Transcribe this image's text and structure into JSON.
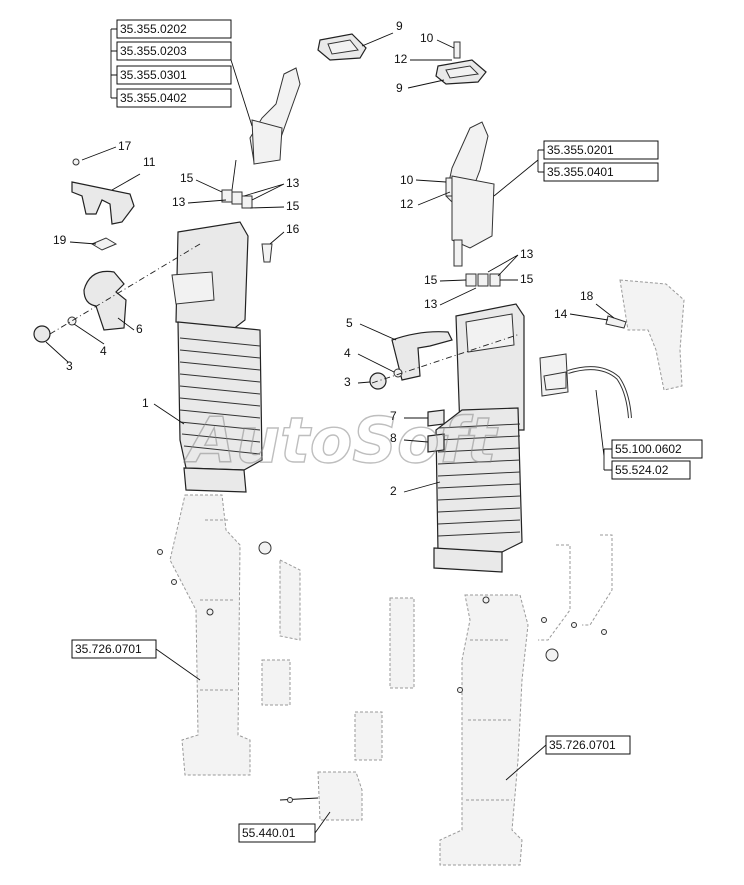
{
  "watermark": "AutoSoft",
  "references": {
    "r1": "35.355.0202",
    "r2": "35.355.0203",
    "r3": "35.355.0301",
    "r4": "35.355.0402",
    "r5": "35.355.0201",
    "r6": "35.355.0401",
    "r7": "55.100.0602",
    "r8": "55.524.02",
    "r9": "35.726.0701",
    "r10": "35.726.0701",
    "r11": "55.440.01"
  },
  "callouts": {
    "c1": "9",
    "c2": "10",
    "c3": "12",
    "c4": "9",
    "c5": "17",
    "c6": "11",
    "c7": "15",
    "c8": "13",
    "c9": "13",
    "c10": "15",
    "c11": "16",
    "c12": "19",
    "c13": "6",
    "c14": "4",
    "c15": "3",
    "c16": "1",
    "c17": "10",
    "c18": "12",
    "c19": "13",
    "c20": "15",
    "c21": "15",
    "c22": "13",
    "c23": "18",
    "c24": "14",
    "c25": "5",
    "c26": "4",
    "c27": "3",
    "c28": "7",
    "c29": "8",
    "c30": "2"
  }
}
